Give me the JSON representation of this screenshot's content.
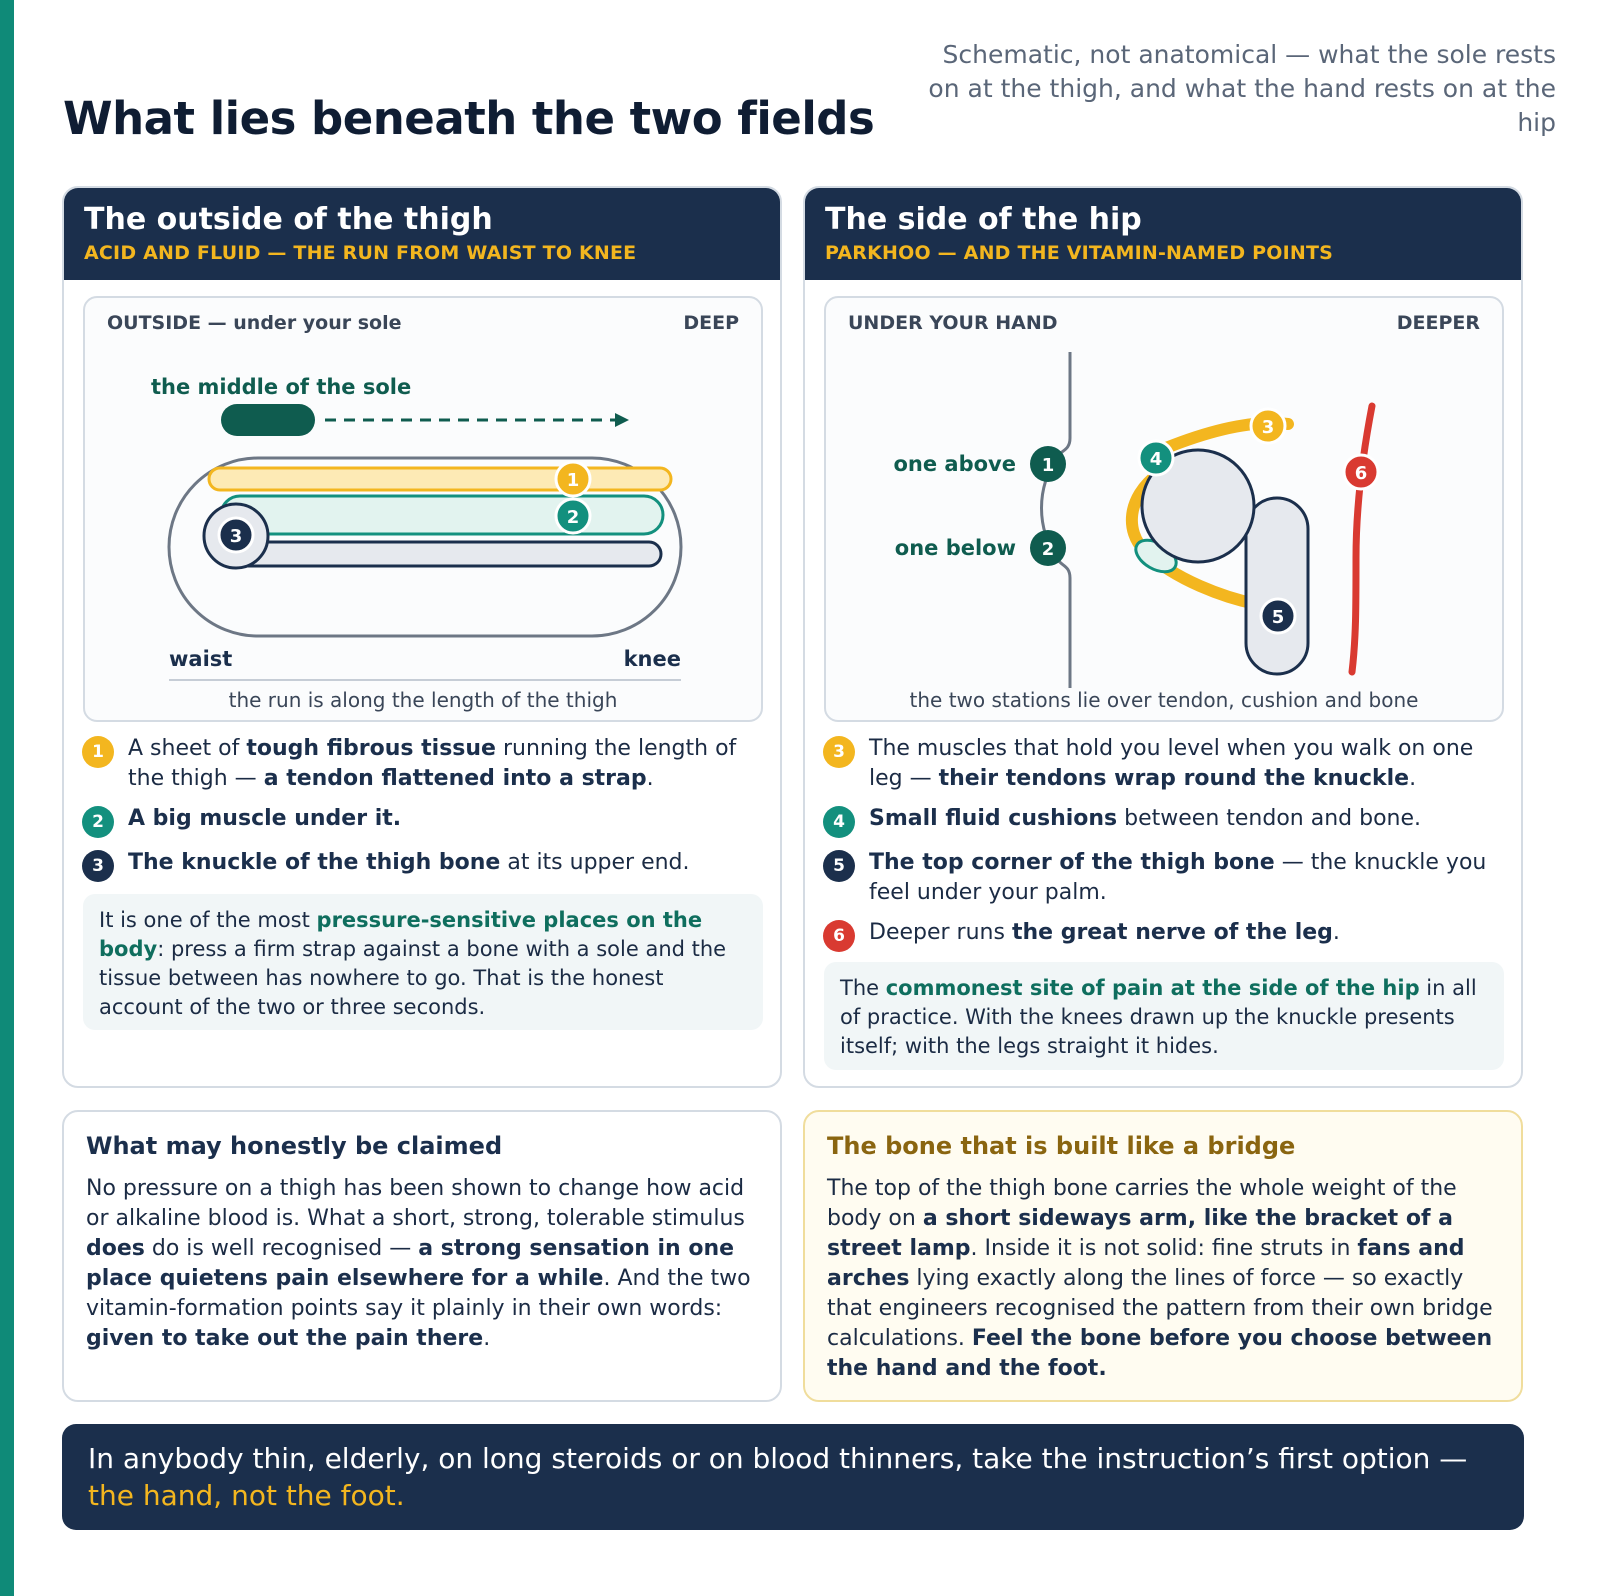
{
  "page": {
    "title": "What lies beneath the two fields",
    "subtitle": "Schematic, not anatomical — what the sole rests on at the thigh, and what the hand rests on at the hip"
  },
  "thigh": {
    "title": "The outside of the thigh",
    "kicker": "ACID AND FLUID — THE RUN FROM WAIST TO KNEE",
    "figure": {
      "label_left": "OUTSIDE — under your sole",
      "label_right": "DEEP",
      "sole_label": "the middle of the sole",
      "waist": "waist",
      "knee": "knee",
      "caption": "the run is along the length of the thigh",
      "markers": [
        "1",
        "2",
        "3"
      ]
    },
    "items": [
      {
        "n": "1",
        "t1": "A sheet of ",
        "b1": "tough fibrous tissue",
        "t2": " running the length of the thigh — ",
        "b2": "a tendon flattened into a strap",
        "t3": "."
      },
      {
        "n": "2",
        "b1": "A big muscle under it."
      },
      {
        "n": "3",
        "b1": "The knuckle of the thigh bone",
        "t2": " at its upper end."
      }
    ],
    "note": {
      "t1": "It is one of the most ",
      "b1": "pressure-sensitive places on the body",
      "t2": ": press a firm strap against a bone with a sole and the tissue between has nowhere to go. That is the honest account of the two or three seconds."
    }
  },
  "hip": {
    "title": "The side of the hip",
    "kicker": "PARKHOO — AND THE VITAMIN-NAMED POINTS",
    "figure": {
      "label_left": "UNDER YOUR HAND",
      "label_right": "DEEPER",
      "one_above": "one above",
      "one_below": "one below",
      "caption": "the two stations lie over tendon, cushion and bone",
      "markers": [
        "1",
        "2",
        "3",
        "4",
        "5",
        "6"
      ]
    },
    "items": [
      {
        "n": "3",
        "t1": "The muscles that hold you level when you walk on one leg — ",
        "b1": "their tendons wrap round the knuckle",
        "t2": "."
      },
      {
        "n": "4",
        "b1": "Small fluid cushions",
        "t2": " between tendon and bone."
      },
      {
        "n": "5",
        "b1": "The top corner of the thigh bone",
        "t2": " — the knuckle you feel under your palm."
      },
      {
        "n": "6",
        "t1": "Deeper runs ",
        "b1": "the great nerve of the leg",
        "t2": "."
      }
    ],
    "note": {
      "t1": "The ",
      "b1": "commonest site of pain at the side of the hip",
      "t2": " in all of practice. With the knees drawn up the knuckle presents itself; with the legs straight it hides."
    }
  },
  "claims": {
    "title": "What may honestly be claimed",
    "t1": "No pressure on a thigh has been shown to change how acid or alkaline blood is. What a short, strong, tolerable stimulus ",
    "b1": "does",
    "t2": " do is well recognised — ",
    "b2": "a strong sensation in one place quietens pain elsewhere for a while",
    "t3": ". And the two vitamin-formation points say it plainly in their own words: ",
    "b3": "given to take out the pain there",
    "t4": "."
  },
  "bridge": {
    "title": "The bone that is built like a bridge",
    "t1": "The top of the thigh bone carries the whole weight of the body on ",
    "b1": "a short sideways arm, like the bracket of a street lamp",
    "t2": ". Inside it is not solid: fine struts in ",
    "b2": "fans and arches",
    "t3": " lying exactly along the lines of force — so exactly that engineers recognised the pattern from their own bridge calculations. ",
    "b3": "Feel the bone before you choose between the hand and the foot."
  },
  "banner": {
    "t1": "In anybody thin, elderly, on long steroids or on blood thinners, take the instruction’s first option —",
    "t2": "the hand, not the foot."
  },
  "colors": {
    "navy": "#1b2f4c",
    "teal": "#13907e",
    "dark_teal": "#0f5c4f",
    "yellow": "#f3b61f",
    "red": "#d93a31",
    "accent_bar": "#0f8a78"
  }
}
